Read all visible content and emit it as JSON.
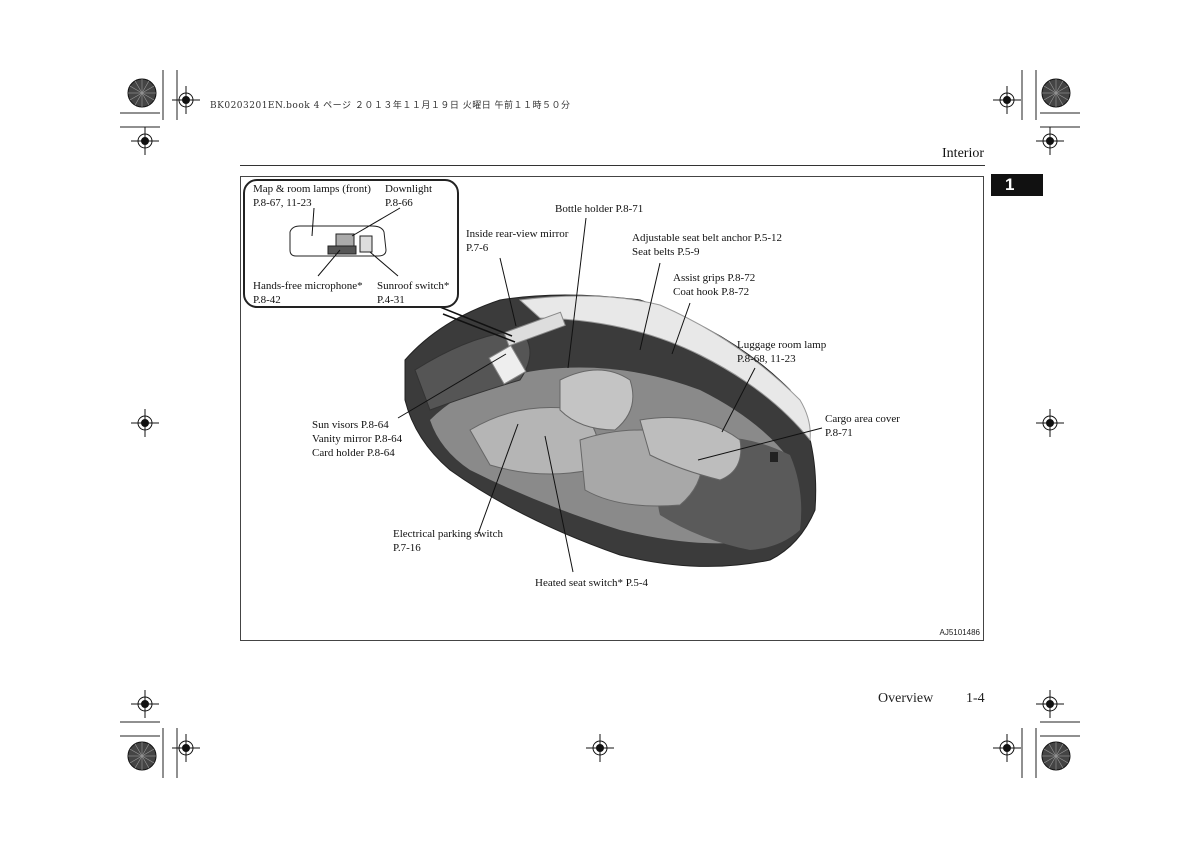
{
  "print_header": "BK0203201EN.book  4 ページ  ２０１３年１１月１９日  火曜日  午前１１時５０分",
  "section_title": "Interior",
  "chapter_number": "1",
  "inset": {
    "map_lamps": [
      "Map & room lamps (front)",
      "P.8-67, 11-23"
    ],
    "downlight": [
      "Downlight",
      "P.8-66"
    ],
    "microphone": [
      "Hands-free microphone*",
      "P.8-42"
    ],
    "sunroof": [
      "Sunroof switch*",
      "P.4-31"
    ]
  },
  "callouts": {
    "bottle_holder": [
      "Bottle holder P.8-71"
    ],
    "rear_view_mirror": [
      "Inside rear-view mirror",
      "P.7-6"
    ],
    "seat_belt": [
      "Adjustable seat belt anchor P.5-12",
      "Seat belts P.5-9"
    ],
    "assist_grips": [
      "Assist grips P.8-72",
      "Coat hook P.8-72"
    ],
    "luggage_lamp": [
      "Luggage room lamp",
      "P.8-68, 11-23"
    ],
    "cargo_cover": [
      "Cargo area cover",
      "P.8-71"
    ],
    "sun_visors": [
      "Sun visors P.8-64",
      "Vanity mirror P.8-64",
      "Card holder P.8-64"
    ],
    "parking_switch": [
      "Electrical parking switch",
      "P.7-16"
    ],
    "heated_seat": [
      "Heated seat switch* P.5-4"
    ]
  },
  "figure_code": "AJ5101486",
  "footer": {
    "section": "Overview",
    "page": "1-4"
  }
}
